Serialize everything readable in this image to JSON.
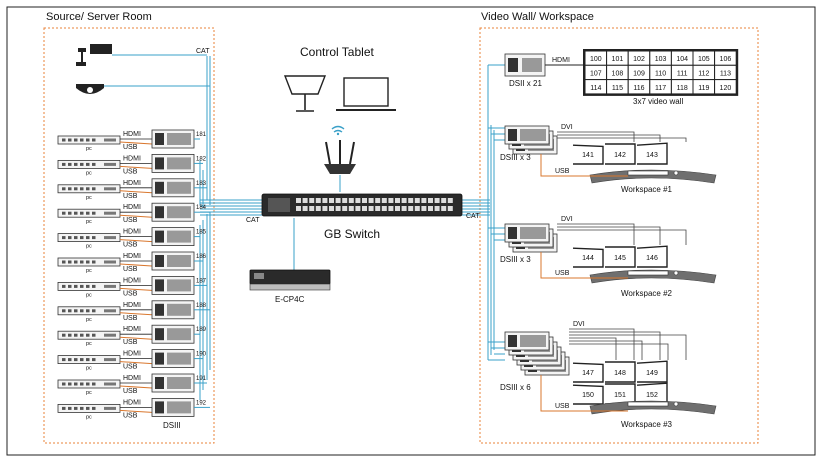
{
  "labels": {
    "source_region": "Source/ Server Room",
    "video_region": "Video Wall/ Workspace",
    "control_tablet": "Control Tablet",
    "gb_switch": "GB Switch",
    "ecp4c": "E-CP4C",
    "dsiii_source": "DSIII",
    "cat_top": "CAT",
    "cat_left": "CAT",
    "cat_right": "CAT",
    "dsii_x21": "DSII x 21",
    "hdmi_wall": "HDMI",
    "wall_caption": "3x7 video wall",
    "pc": "pc",
    "hdmi": "HDMI",
    "usb": "USB",
    "dvi": "DVI"
  },
  "source_rows": [
    {
      "id": "181"
    },
    {
      "id": "182"
    },
    {
      "id": "183"
    },
    {
      "id": "184"
    },
    {
      "id": "185"
    },
    {
      "id": "186"
    },
    {
      "id": "187"
    },
    {
      "id": "188"
    },
    {
      "id": "189"
    },
    {
      "id": "190"
    },
    {
      "id": "191"
    },
    {
      "id": "192"
    }
  ],
  "video_wall": [
    [
      "100",
      "101",
      "102",
      "103",
      "104",
      "105",
      "106"
    ],
    [
      "107",
      "108",
      "109",
      "110",
      "111",
      "112",
      "113"
    ],
    [
      "114",
      "115",
      "116",
      "117",
      "118",
      "119",
      "120"
    ]
  ],
  "workspaces": [
    {
      "name": "Workspace #1",
      "dsiii": "DSIII x 3",
      "usb": "USB",
      "dvi": "DVI",
      "monitors": [
        [
          "141",
          "142",
          "143"
        ]
      ]
    },
    {
      "name": "Workspace #2",
      "dsiii": "DSIII x 3",
      "usb": "USB",
      "dvi": "DVI",
      "monitors": [
        [
          "144",
          "145",
          "146"
        ]
      ]
    },
    {
      "name": "Workspace #3",
      "dsiii": "DSIII x 6",
      "usb": "USB",
      "dvi": "DVI",
      "monitors": [
        [
          "147",
          "148",
          "149"
        ],
        [
          "150",
          "151",
          "152"
        ]
      ]
    }
  ],
  "colors": {
    "cat_cable": "#3aa0c8",
    "usb_cable": "#d9772e",
    "region_border": "#e8833a"
  }
}
